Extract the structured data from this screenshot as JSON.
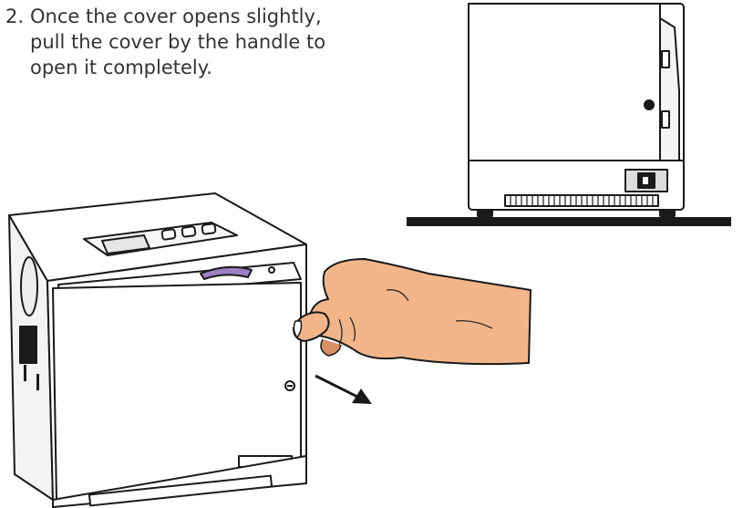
{
  "instruction": {
    "number": "2.",
    "lines": [
      "Once the cover opens slightly,",
      "pull the cover by the handle to",
      "open it completely."
    ]
  },
  "illustrations": {
    "top": "printer-side-view",
    "main": "printer-with-hand-opening-cover",
    "arrow": "pull-direction-arrow"
  },
  "colors": {
    "text": "#333333",
    "outline": "#1a1a1a",
    "skin": "#f2b58a",
    "skin_shadow": "#d98f66",
    "reel": "#9b7fc2",
    "screen": "#e6e6e6",
    "shelf": "#1a1a1a"
  }
}
